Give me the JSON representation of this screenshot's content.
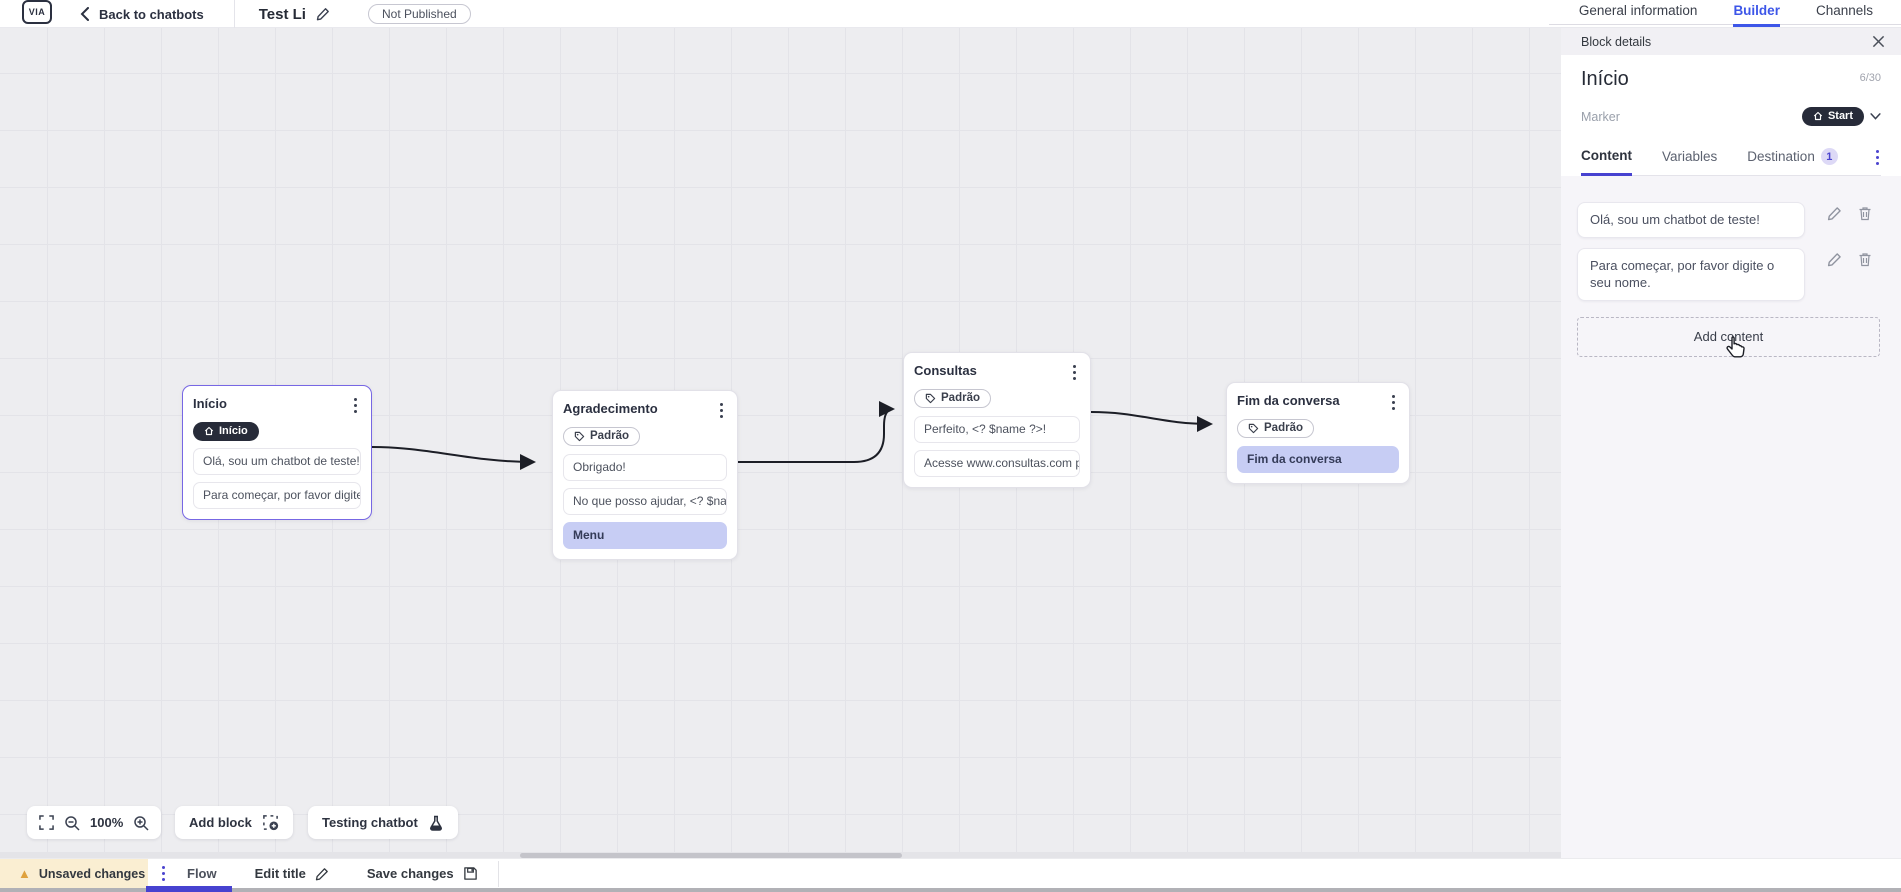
{
  "header": {
    "logo_text": "VIA",
    "back_label": "Back to chatbots",
    "title": "Test Li",
    "status_badge": "Not Published",
    "tabs": [
      {
        "label": "General information",
        "active": false
      },
      {
        "label": "Builder",
        "active": true
      },
      {
        "label": "Channels",
        "active": false
      }
    ]
  },
  "panel": {
    "bar_title": "Block details",
    "block_name": "Início",
    "name_counter": "6/30",
    "marker_label": "Marker",
    "marker_value": "Start",
    "tabs": [
      {
        "label": "Content",
        "active": true
      },
      {
        "label": "Variables",
        "active": false
      },
      {
        "label": "Destination",
        "active": false,
        "badge": "1"
      }
    ],
    "messages": [
      "Olá, sou um chatbot de teste!",
      "Para começar, por favor digite o seu nome."
    ],
    "add_content_label": "Add content"
  },
  "canvas": {
    "nodes": [
      {
        "title": "Início",
        "badge": {
          "label": "Início",
          "style": "dark",
          "icon": "home"
        },
        "items": [
          {
            "text": "Olá, sou um chatbot de teste!"
          },
          {
            "text": "Para começar, por favor digite o ..."
          }
        ]
      },
      {
        "title": "Agradecimento",
        "badge": {
          "label": "Padrão",
          "style": "outline",
          "icon": "tag"
        },
        "items": [
          {
            "text": "Obrigado!"
          },
          {
            "text": "No que posso ajudar, <? $name ..."
          },
          {
            "text": "Menu",
            "highlight": true
          }
        ]
      },
      {
        "title": "Consultas",
        "badge": {
          "label": "Padrão",
          "style": "outline",
          "icon": "tag"
        },
        "items": [
          {
            "text": "Perfeito, <? $name ?>!"
          },
          {
            "text": "Acesse www.consultas.com par..."
          }
        ]
      },
      {
        "title": "Fim da conversa",
        "badge": {
          "label": "Padrão",
          "style": "outline",
          "icon": "tag"
        },
        "items": [
          {
            "text": "Fim da conversa",
            "highlight": true
          }
        ]
      }
    ],
    "controls": {
      "zoom_level": "100%",
      "add_block_label": "Add block",
      "testing_label": "Testing chatbot"
    }
  },
  "bottom_bar": {
    "unsaved_label": "Unsaved changes",
    "flow_tab_label": "Flow",
    "edit_title_label": "Edit title",
    "save_label": "Save changes"
  },
  "colors": {
    "accent_blue": "#3d56e8",
    "accent_indigo": "#4742d0",
    "node_selected_border": "#7767e4",
    "highlight_row_bg": "#c7cdf4",
    "dark_pill_bg": "#272b39",
    "warning_bg": "#faeed2",
    "warning_icon": "#dfa13c",
    "canvas_bg": "#ededf0",
    "panel_bg": "#f6f5f9"
  }
}
